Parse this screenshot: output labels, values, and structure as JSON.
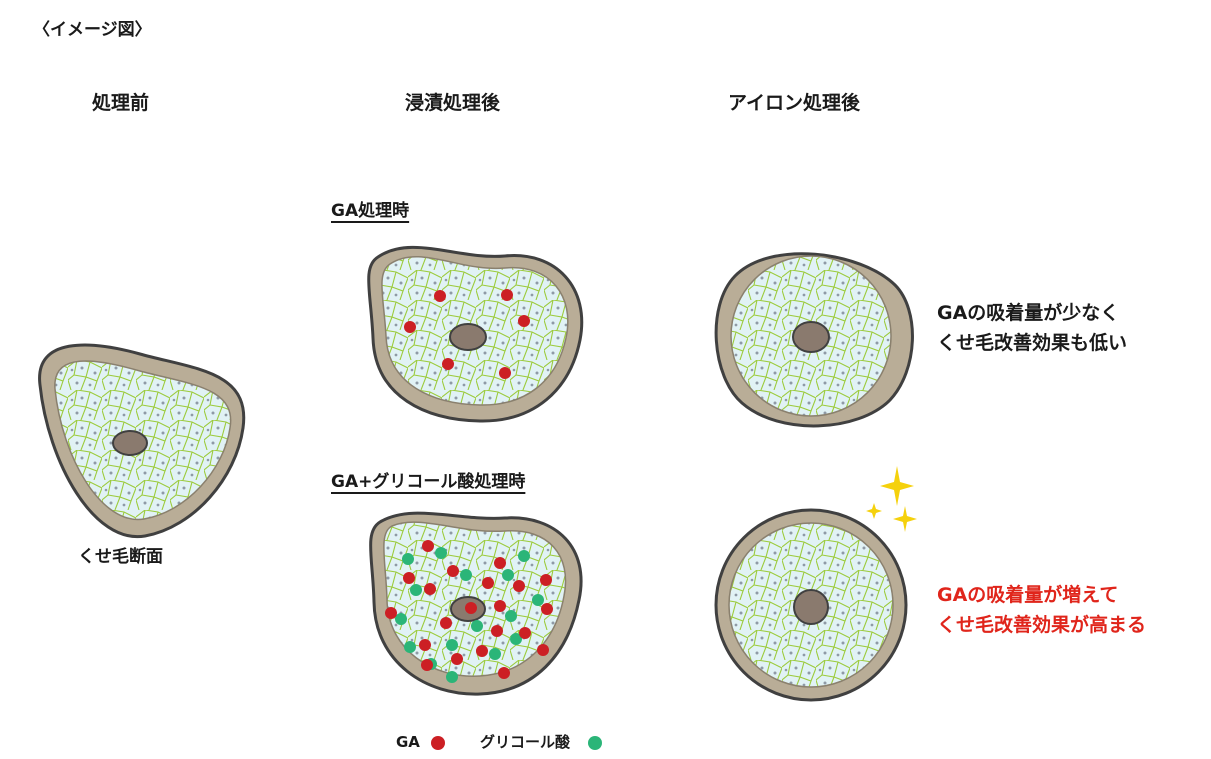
{
  "header": {
    "caption": "〈イメージ図〉"
  },
  "columns": {
    "before": "処理前",
    "soak": "浸漬処理後",
    "iron": "アイロン処理後"
  },
  "labels": {
    "hair_cross_section": "くせ毛断面",
    "ga_treatment": "GA処理時",
    "ga_glycolic_treatment": "GA+グリコール酸処理時"
  },
  "results": {
    "ga_only_line1": "GAの吸着量が少なく",
    "ga_only_line2": "くせ毛改善効果も低い",
    "ga_glycolic_line1": "GAの吸着量が増えて",
    "ga_glycolic_line2": "くせ毛改善効果が高まる"
  },
  "legend": {
    "ga_label": "GA",
    "glycolic_label": "グリコール酸"
  },
  "colors": {
    "cuticle": "#b9ad97",
    "outline": "#404040",
    "cortex_fill": "#e1f2f5",
    "cell_lines": "#9ccb3c",
    "medulla": "#8a7a6e",
    "ga_dot": "#cc1f24",
    "glycolic_dot": "#2bb578",
    "sparkle": "#f5d10c",
    "highlight_text": "#e0251b"
  }
}
